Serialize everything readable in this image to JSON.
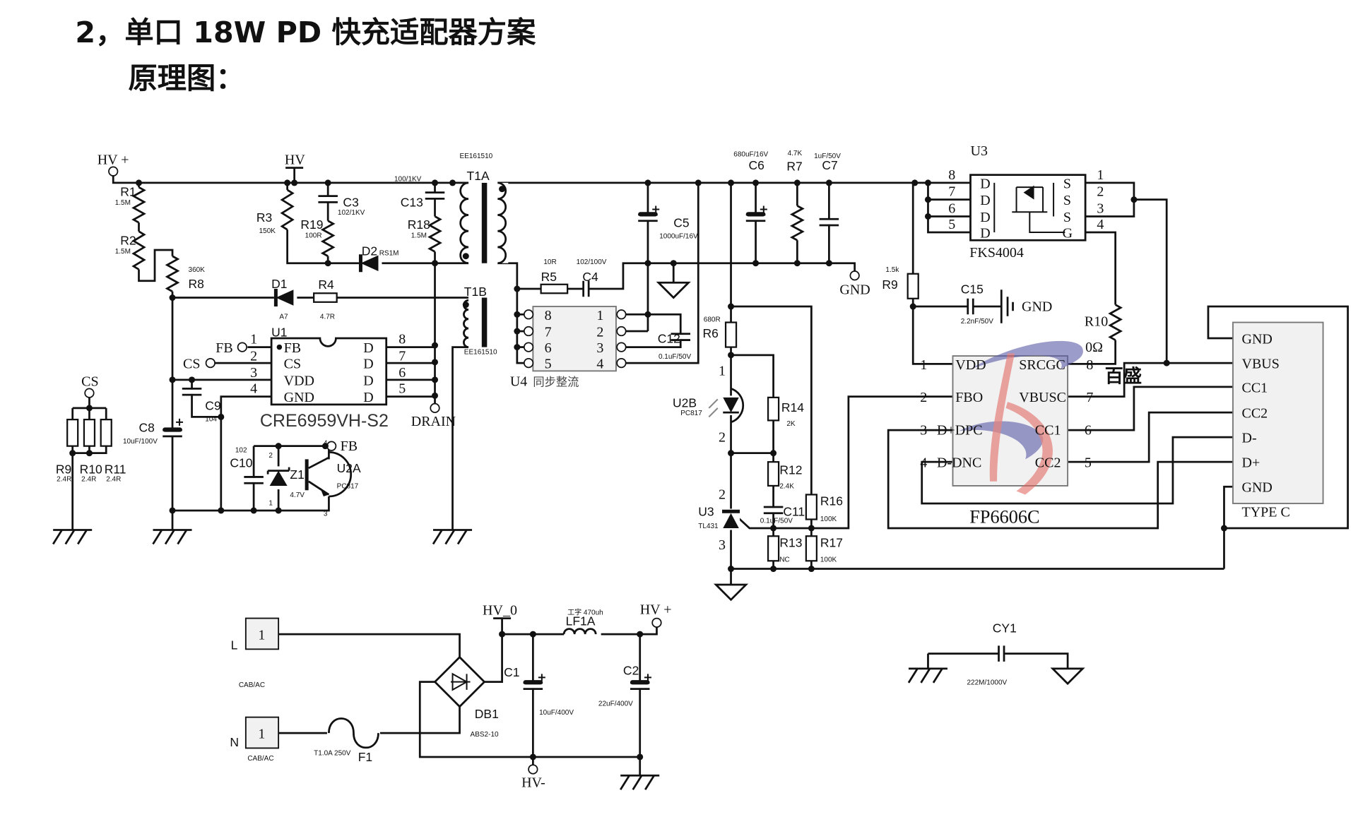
{
  "title": "2，单口 18W PD 快充适配器方案",
  "subtitle": "原理图：",
  "primary": {
    "hv_plus": "HV +",
    "hv": "HV",
    "R1": "R1",
    "R1_val": "1.5M",
    "R2": "R2",
    "R2_val": "1.5M",
    "R8": "R8",
    "R8_val": "360K",
    "R3": "R3",
    "R3_val": "150K",
    "C3": "C3",
    "C3_val": "102/1KV",
    "R19": "R19",
    "R19_val": "100R",
    "D2": "D2",
    "D2_val": "RS1M",
    "C13": "C13",
    "C13_val": "100/1KV",
    "R18": "R18",
    "R18_val": "1.5M",
    "D1": "D1",
    "D1_val": "A7",
    "R4": "R4",
    "R4_val": "4.7R",
    "T1A": "T1A",
    "T1A_val": "EE161510",
    "T1B": "T1B",
    "T1B_val": "EE161510",
    "C8": "C8",
    "C8_val": "10uF/100V",
    "C9": "C9",
    "C9_val": "104",
    "C10": "C10",
    "C10_val": "102",
    "Z1": "Z1",
    "Z1_val": "4.7V",
    "Z1_pin_a": "2",
    "Z1_pin_b": "1",
    "U2A": "U2A",
    "U2A_val": "PC817",
    "U2A_pin_c": "4",
    "U2A_pin_e": "3",
    "fb": "FB",
    "cs": "CS",
    "cs_net": "CS",
    "drain": "DRAIN",
    "R9": "R9",
    "R9_val": "2.4R",
    "R10": "R10",
    "R10_val": "2.4R",
    "R11": "R11",
    "R11_val": "2.4R"
  },
  "u1": {
    "ref": "U1",
    "part": "CRE6959VH-S2",
    "left_pins": [
      {
        "num": "1",
        "name": "FB"
      },
      {
        "num": "2",
        "name": "CS"
      },
      {
        "num": "3",
        "name": "VDD"
      },
      {
        "num": "4",
        "name": "GND"
      }
    ],
    "right_pins": [
      {
        "num": "8",
        "name": "D"
      },
      {
        "num": "7",
        "name": "D"
      },
      {
        "num": "6",
        "name": "D"
      },
      {
        "num": "5",
        "name": "D"
      }
    ]
  },
  "secondary": {
    "R5": "R5",
    "R5_val": "10R",
    "C4": "C4",
    "C4_val": "102/100V",
    "C5": "C5",
    "C5_val": "1000uF/16V",
    "C6": "C6",
    "C6_val": "680uF/16V",
    "R7": "R7",
    "R7_val": "4.7K",
    "C7": "C7",
    "C7_val": "1uF/50V",
    "gnd": "GND",
    "C12": "C12",
    "C12_val": "0.1uF/50V",
    "R6": "R6",
    "R6_val": "680R",
    "U2B": "U2B",
    "U2B_val": "PC817",
    "U2B_pin1": "1",
    "U2B_pin2": "2",
    "R14": "R14",
    "R14_val": "2K",
    "R12": "R12",
    "R12_val": "2.4K",
    "C11": "C11",
    "C11_val": "0.1uF/50V",
    "U3": "U3",
    "U3_val": "TL431",
    "U3_pin2": "2",
    "U3_pin3": "3",
    "R13": "R13",
    "R13_val": "NC",
    "R16": "R16",
    "R16_val": "100K",
    "R17": "R17",
    "R17_val": "100K",
    "R9": "R9",
    "R9_val": "1.5k",
    "C15": "C15",
    "C15_val": "2.2nF/50V",
    "c15_gnd": "GND",
    "R10": "R10",
    "R10_val": "0Ω"
  },
  "u4": {
    "ref": "U4",
    "desc": "同步整流",
    "left_pins": [
      "8",
      "7",
      "6",
      "5"
    ],
    "right_pins": [
      "1",
      "2",
      "3",
      "4"
    ]
  },
  "mosfet": {
    "ref": "U3",
    "part": "FKS4004",
    "left_pins": [
      {
        "num": "8",
        "name": "D"
      },
      {
        "num": "7",
        "name": "D"
      },
      {
        "num": "6",
        "name": "D"
      },
      {
        "num": "5",
        "name": "D"
      }
    ],
    "right_pins": [
      {
        "num": "1",
        "name": "S"
      },
      {
        "num": "2",
        "name": "S"
      },
      {
        "num": "3",
        "name": "S"
      },
      {
        "num": "4",
        "name": "G"
      }
    ]
  },
  "fp6606c": {
    "part": "FP6606C",
    "left_pins": [
      {
        "num": "1",
        "name": "VDD"
      },
      {
        "num": "2",
        "name": "FBO"
      },
      {
        "num": "3",
        "name": "D+DPC"
      },
      {
        "num": "4",
        "name": "D-DNC"
      }
    ],
    "right_pins": [
      {
        "num": "8",
        "name": "SRCGC"
      },
      {
        "num": "7",
        "name": "VBUSC"
      },
      {
        "num": "6",
        "name": "CC1"
      },
      {
        "num": "5",
        "name": "CC2"
      }
    ],
    "watermark_text": "百盛"
  },
  "type_c": {
    "label": "TYPE C",
    "pins": [
      "GND",
      "VBUS",
      "CC1",
      "CC2",
      "D-",
      "D+",
      "GND"
    ]
  },
  "ac_input": {
    "L": "L",
    "N": "N",
    "L_pin": "1",
    "N_pin": "1",
    "L_type": "CAB/AC",
    "N_type": "CAB/AC",
    "F1": "F1",
    "F1_val": "T1.0A 250V",
    "DB1": "DB1",
    "DB1_val": "ABS2-10",
    "hv0": "HV_0",
    "C1": "C1",
    "C1_val": "10uF/400V",
    "LF1A": "LF1A",
    "LF1A_val": "工字 470uh",
    "hv_plus": "HV +",
    "C2": "C2",
    "C2_val": "22uF/400V",
    "hv_minus": "HV-"
  },
  "cy1": {
    "ref": "CY1",
    "val": "222M/1000V"
  },
  "colors": {
    "watermark_blue": "#5a5aa8",
    "watermark_red": "#e0605a",
    "chip_fill": "#f1f1f1"
  }
}
